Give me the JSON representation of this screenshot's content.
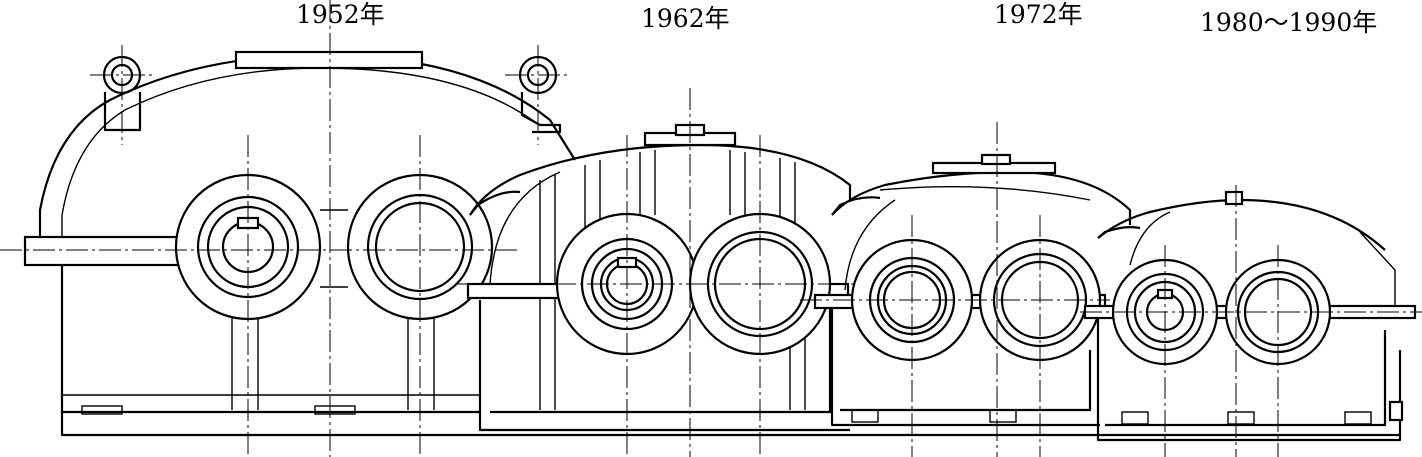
{
  "figure": {
    "labels": [
      "1952年",
      "1962年",
      "1972年",
      "1980～1990年"
    ]
  }
}
